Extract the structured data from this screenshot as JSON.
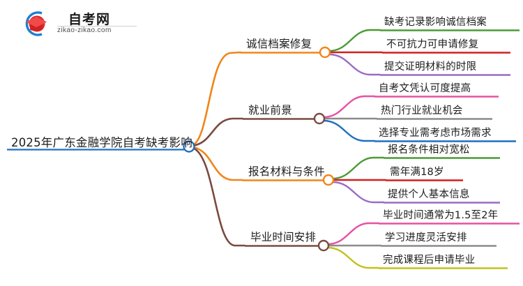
{
  "logo": {
    "name": "zikao-logo",
    "cn_text": "自考网",
    "url_text": "zikao-zikao.com",
    "arc_color": "#1f7fd0",
    "cap_color": "#e02b2b"
  },
  "mindmap": {
    "root": {
      "label": "2025年广东金融学院自考缺考影响",
      "node_color": "#1f6fc0",
      "underline_color": "#1f6fc0"
    },
    "branches": [
      {
        "label": "诚信档案修复",
        "color": "#F08519",
        "node_color": "#F08519",
        "leaves": [
          {
            "label": "缺考记录影响诚信档案",
            "color": "#4b9b36"
          },
          {
            "label": "不可抗力可申请修复",
            "color": "#d41f1f"
          },
          {
            "label": "提交证明材料的时限",
            "color": "#9a6cc4"
          }
        ]
      },
      {
        "label": "就业前景",
        "color": "#7a4a40",
        "node_color": "#7a4a40",
        "leaves": [
          {
            "label": "自考文凭认可度提高",
            "color": "#e750a4"
          },
          {
            "label": "热门行业就业机会",
            "color": "#8b8b8b"
          },
          {
            "label": "选择专业需考虑市场需求",
            "color": "#1f6fc0"
          }
        ]
      },
      {
        "label": "报名材料与条件",
        "color": "#F08519",
        "node_color": "#F08519",
        "leaves": [
          {
            "label": "报名条件相对宽松",
            "color": "#4b9b36"
          },
          {
            "label": "需年满18岁",
            "color": "#d41f1f"
          },
          {
            "label": "提供个人基本信息",
            "color": "#9a6cc4"
          }
        ]
      },
      {
        "label": "毕业时间安排",
        "color": "#7a4a40",
        "node_color": "#7a4a40",
        "leaves": [
          {
            "label": "毕业时间通常为1.5至2年",
            "color": "#e750a4"
          },
          {
            "label": "学习进度灵活安排",
            "color": "#8b8b8b"
          },
          {
            "label": "完成课程后申请毕业",
            "color": "#c2c21c"
          }
        ]
      }
    ]
  }
}
